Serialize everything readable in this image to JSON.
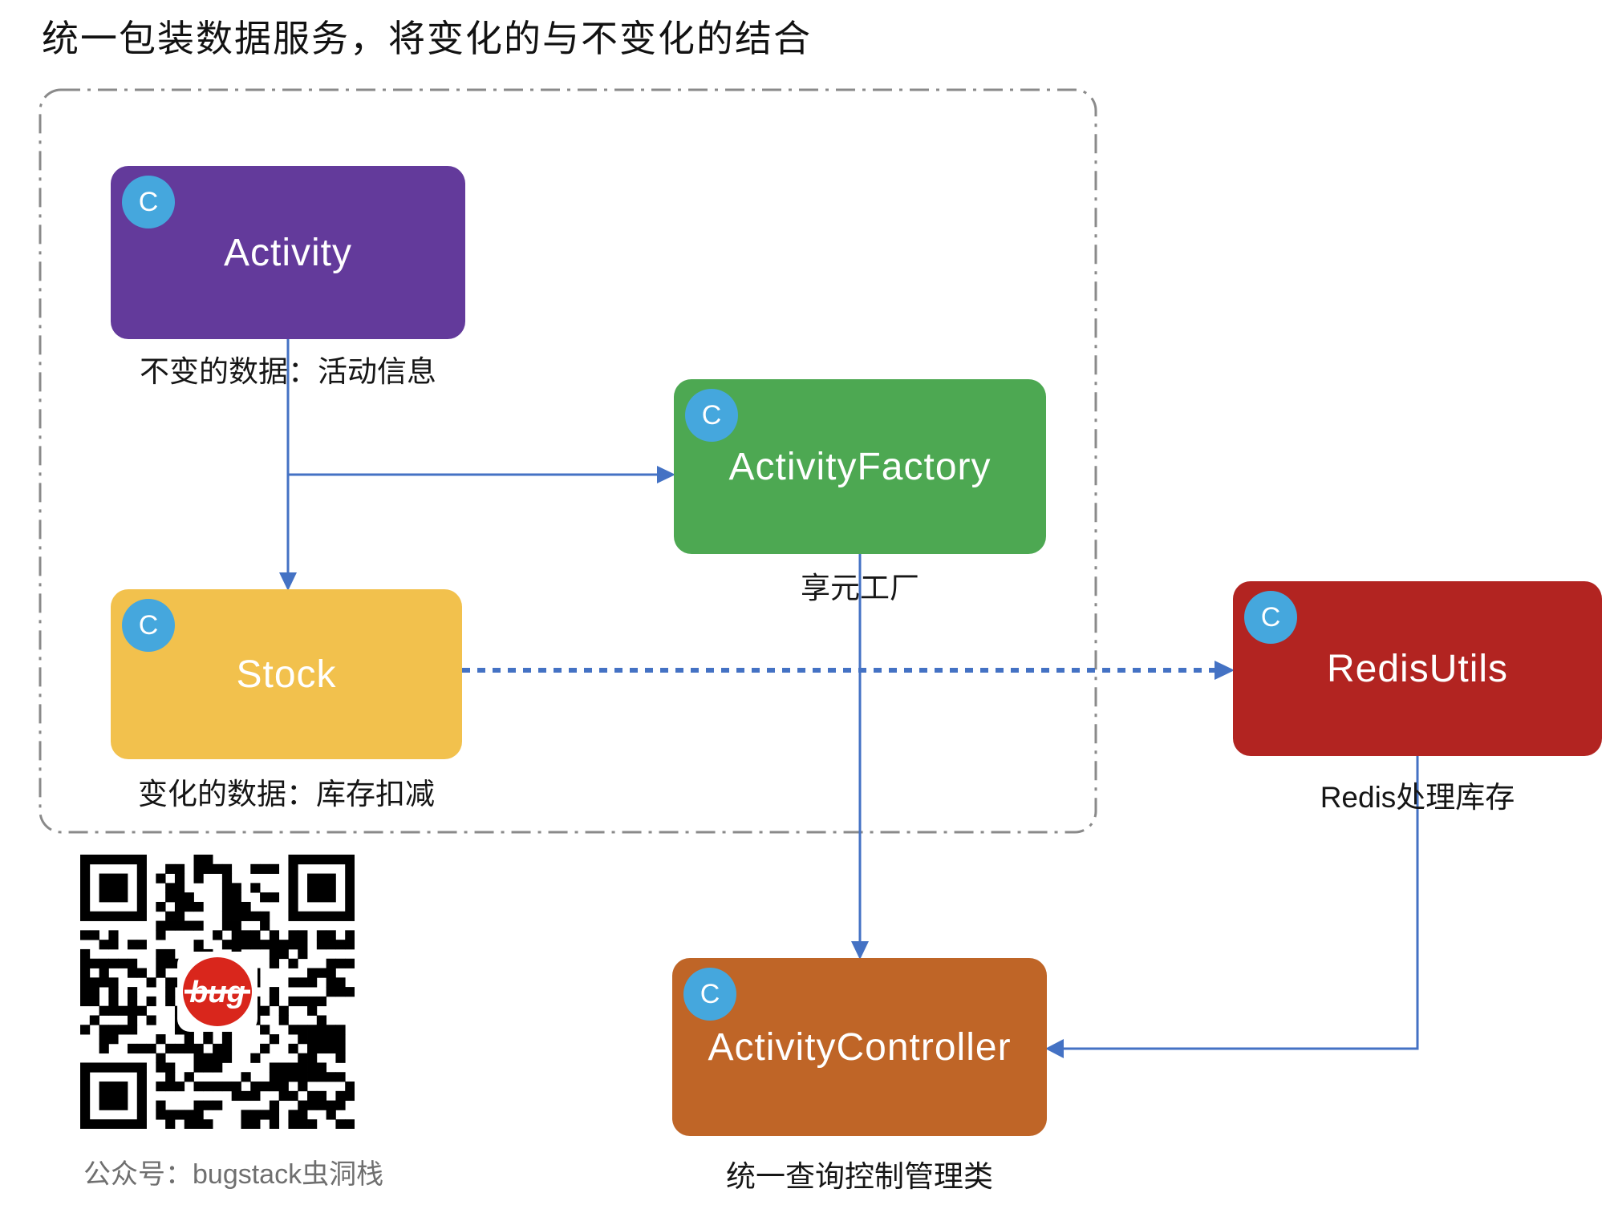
{
  "title": "统一包装数据服务，将变化的与不变化的结合",
  "diagram": {
    "nodes": [
      {
        "id": "activity",
        "badge": "C",
        "label": "Activity",
        "caption": "不变的数据：活动信息",
        "color": "#633A9B"
      },
      {
        "id": "activity-factory",
        "badge": "C",
        "label": "ActivityFactory",
        "caption": "享元工厂",
        "color": "#4DA852"
      },
      {
        "id": "stock",
        "badge": "C",
        "label": "Stock",
        "caption": "变化的数据：库存扣减",
        "color": "#F2C14D"
      },
      {
        "id": "redis-utils",
        "badge": "C",
        "label": "RedisUtils",
        "caption": "Redis处理库存",
        "color": "#B22421"
      },
      {
        "id": "activity-controller",
        "badge": "C",
        "label": "ActivityController",
        "caption": "统一查询控制管理类",
        "color": "#BF6527"
      }
    ],
    "edges": [
      {
        "from": "Activity",
        "to": "Stock",
        "style": "solid"
      },
      {
        "from": "Activity",
        "to": "ActivityFactory",
        "style": "solid"
      },
      {
        "from": "Stock",
        "to": "RedisUtils",
        "style": "dotted"
      },
      {
        "from": "ActivityFactory",
        "to": "ActivityController",
        "style": "solid"
      },
      {
        "from": "RedisUtils",
        "to": "ActivityController",
        "style": "solid"
      }
    ]
  },
  "qr": {
    "caption": "公众号：bugstack虫洞栈",
    "logo_text": "bug"
  },
  "colors": {
    "arrow": "#4472C4",
    "badge": "#45A7DD",
    "group_border": "#8A8A8A",
    "activity": "#633A9B",
    "activity_factory": "#4DA852",
    "stock": "#F2C14D",
    "redis_utils": "#B22421",
    "activity_controller": "#BF6527",
    "qr_logo_red": "#D9261C"
  }
}
